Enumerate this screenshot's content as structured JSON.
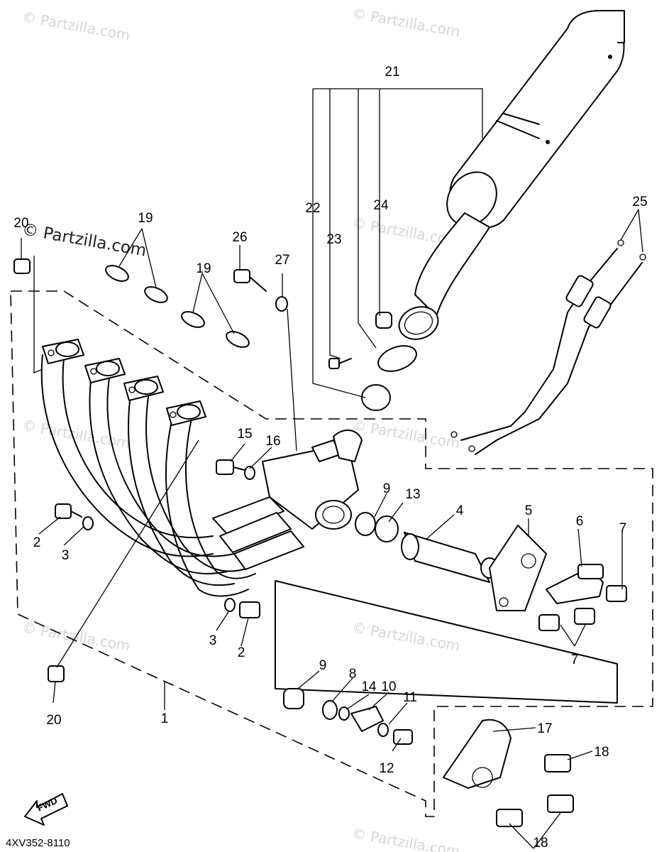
{
  "watermark": "© Partzilla.com",
  "diagram_code": "4XV352-8110",
  "fwd_label": "FWD",
  "callouts": {
    "c1": "1",
    "c2a": "2",
    "c2b": "2",
    "c3a": "3",
    "c3b": "3",
    "c4": "4",
    "c5": "5",
    "c6": "6",
    "c7a": "7",
    "c7b": "7",
    "c8": "8",
    "c9a": "9",
    "c9b": "9",
    "c10": "10",
    "c11": "11",
    "c12": "12",
    "c13": "13",
    "c14": "14",
    "c15": "15",
    "c16": "16",
    "c17": "17",
    "c18a": "18",
    "c18b": "18",
    "c19a": "19",
    "c19b": "19",
    "c20a": "20",
    "c20b": "20",
    "c21": "21",
    "c22": "22",
    "c23": "23",
    "c24": "24",
    "c25": "25",
    "c26": "26",
    "c27": "27"
  }
}
